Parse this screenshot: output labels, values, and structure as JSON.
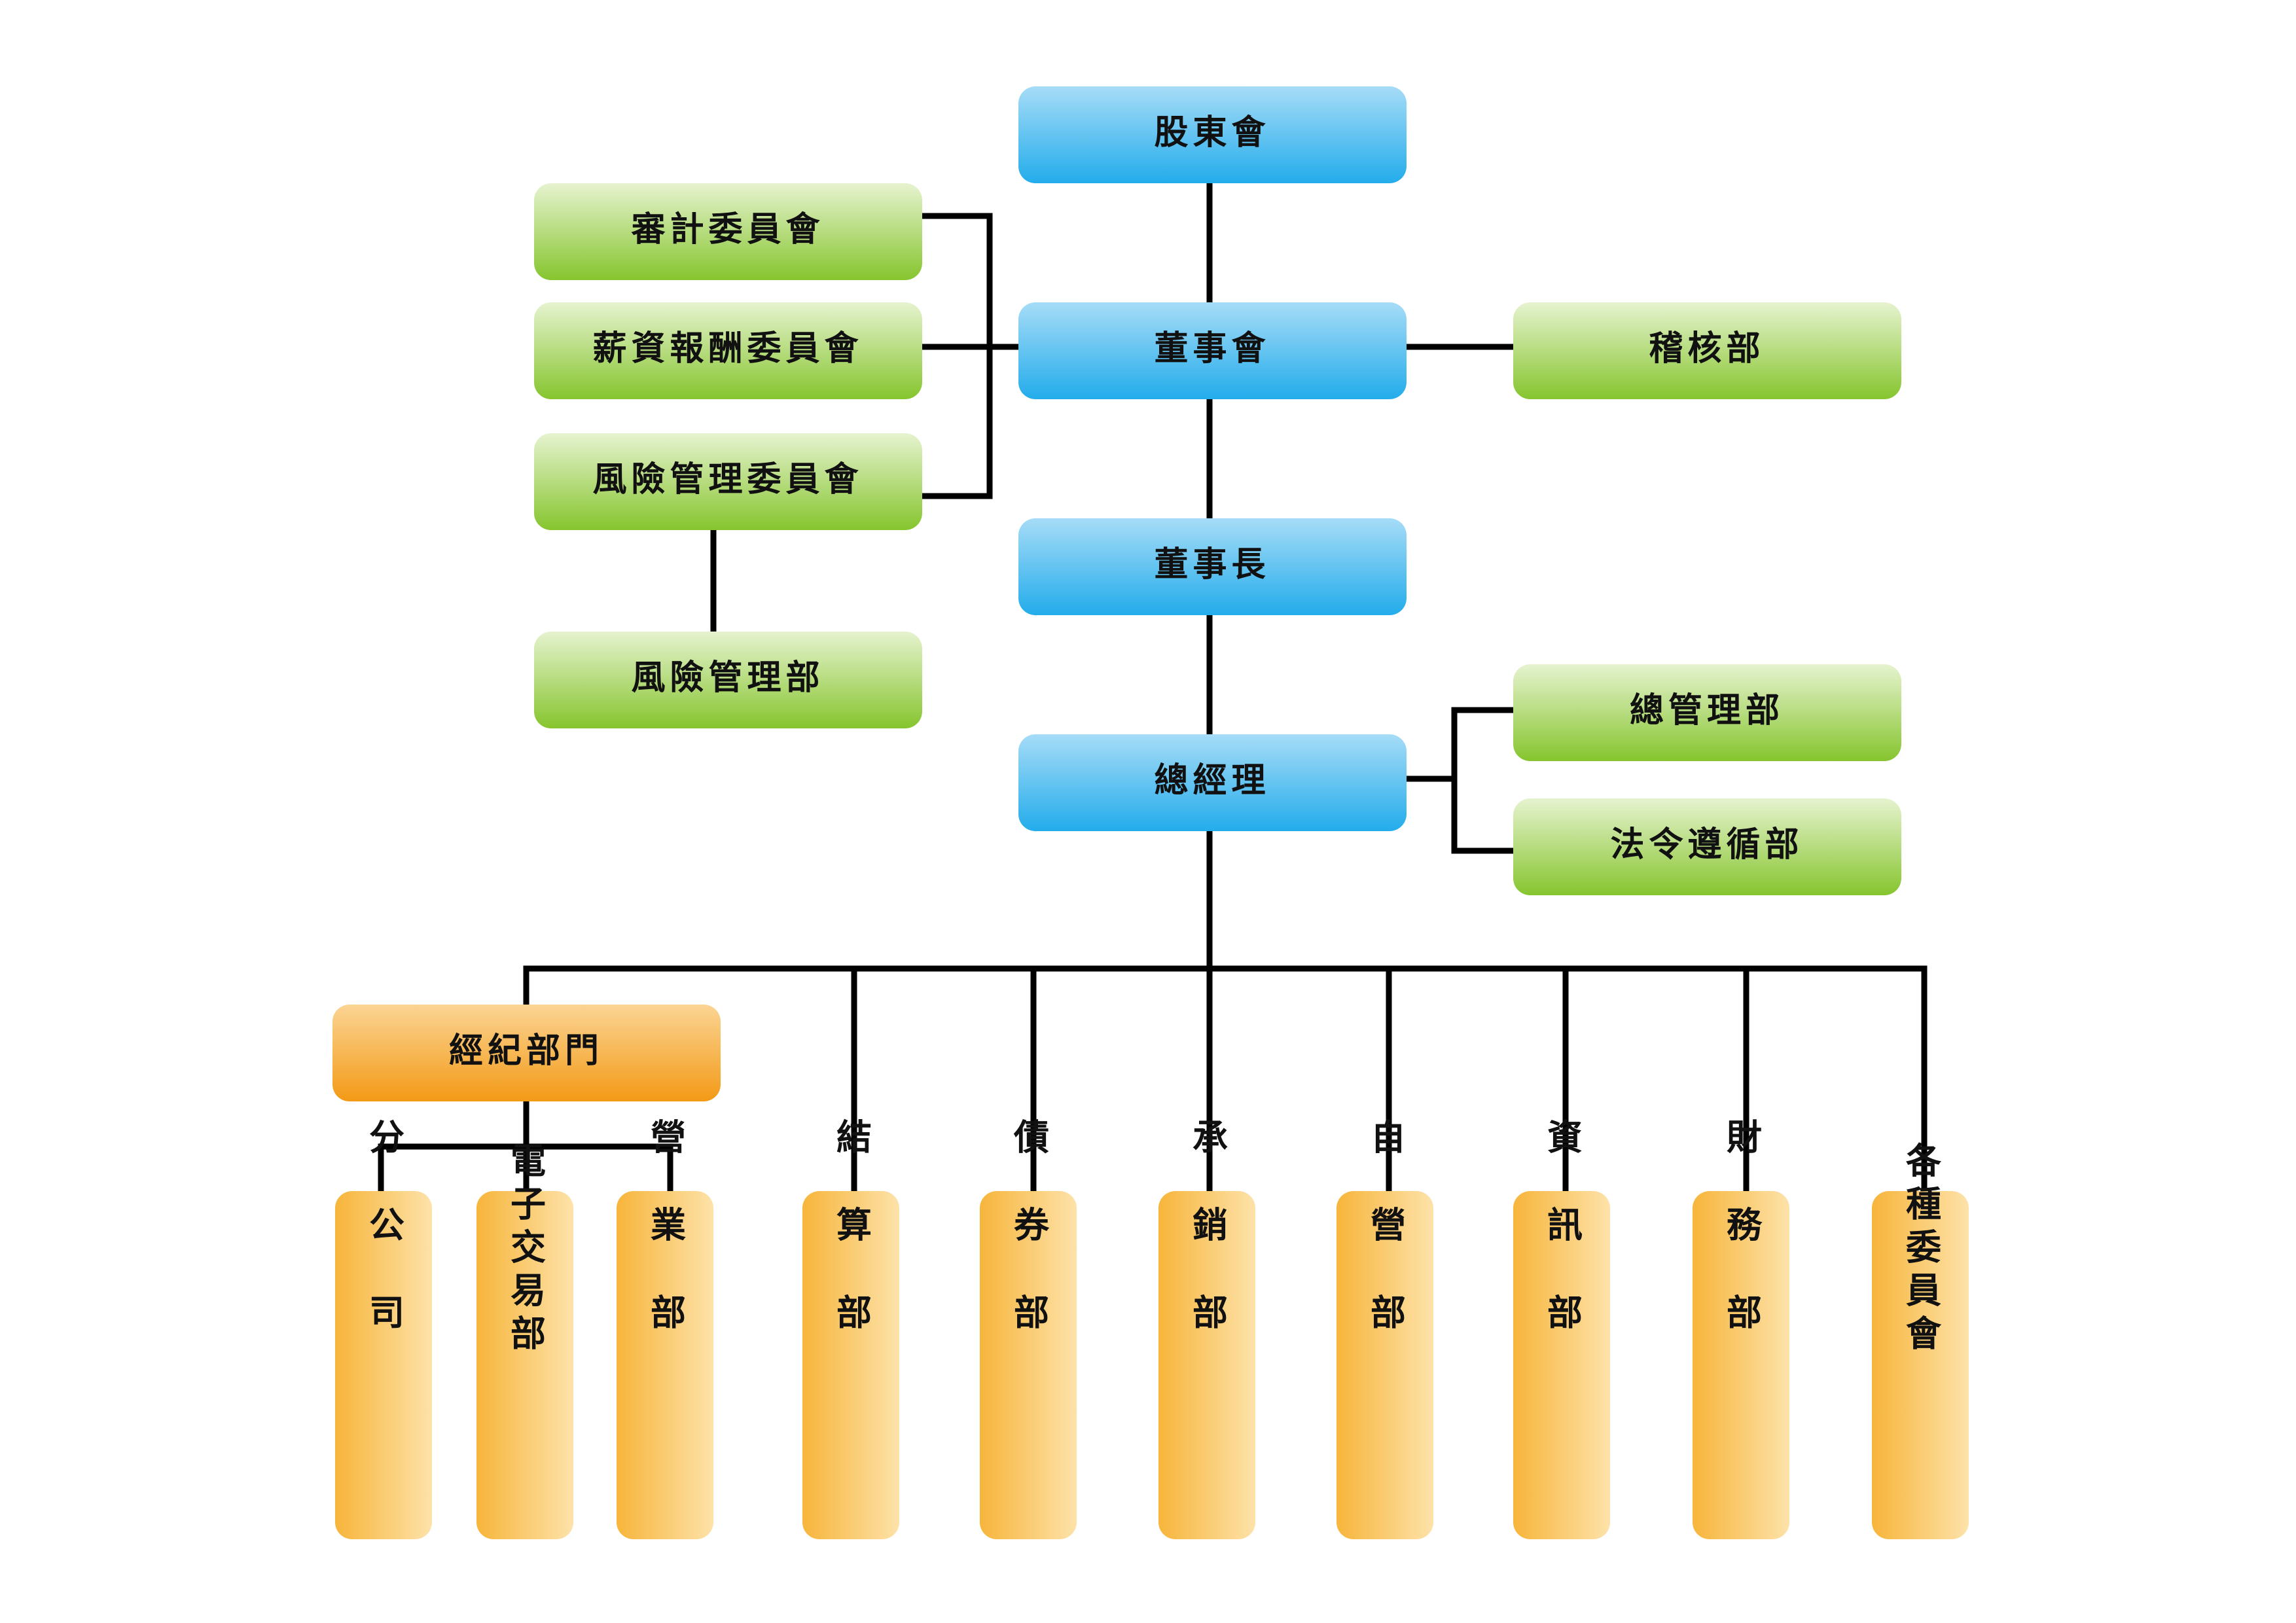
{
  "diagram": {
    "top": {
      "shareholders": "股東會",
      "board": "董事會",
      "chairman": "董事長",
      "president": "總經理"
    },
    "committees": {
      "audit": "審計委員會",
      "compensation": "薪資報酬委員會",
      "risk": "風險管理委員會"
    },
    "risk_department": "風險管理部",
    "auditing_department": "稽核部",
    "president_staff": {
      "general_admin": "總管理部",
      "compliance": "法令遵循部"
    },
    "brokerage": {
      "label": "經紀部門",
      "branches": "分公司",
      "electronic_trading": "電子交易部",
      "business": "營業部"
    },
    "departments": {
      "settlement": "結算部",
      "bonds": "債券部",
      "underwriting": "承銷部",
      "proprietary": "自營部",
      "information": "資訊部",
      "finance": "財務部",
      "committees": "各種委員會"
    }
  },
  "colors": {
    "blue_top": "#a6dcf7",
    "blue_bottom": "#23aceb",
    "green_top": "#e6f3cf",
    "green_bottom": "#86c52e",
    "orange_top": "#fbd493",
    "orange_bottom": "#f39a16",
    "yellow_left": "#f7b53b",
    "yellow_right": "#fde2a9",
    "line": "#000000"
  }
}
